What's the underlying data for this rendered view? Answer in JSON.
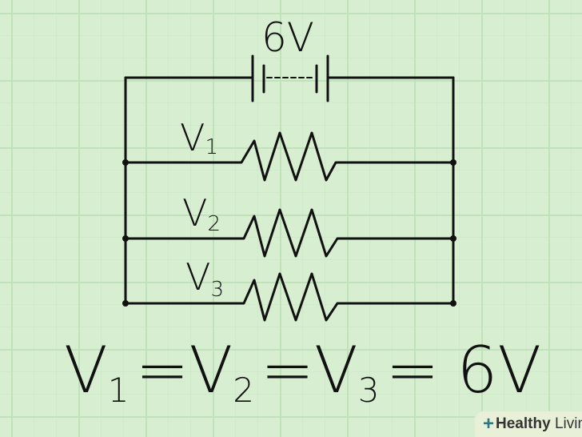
{
  "battery_label": "6V",
  "resistors": [
    {
      "label": "V",
      "sub": "1"
    },
    {
      "label": "V",
      "sub": "2"
    },
    {
      "label": "V",
      "sub": "3"
    }
  ],
  "equation": {
    "v1": "V",
    "s1": "1",
    "eq1": "=",
    "v2": "V",
    "s2": "2",
    "eq2": "=",
    "v3": "V",
    "s3": "3",
    "eq3": "=",
    "value": "6V"
  },
  "logo": {
    "text_bold": "Healthy",
    "text_light": "Living"
  }
}
